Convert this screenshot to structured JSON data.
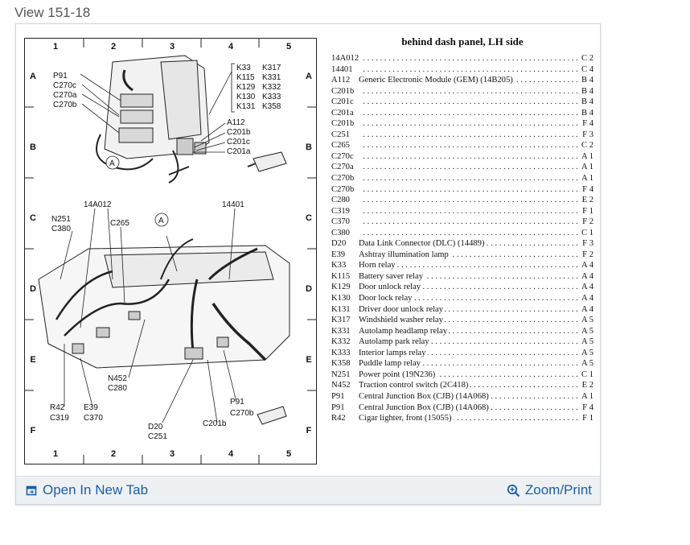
{
  "page": {
    "view_title": "View 151-18"
  },
  "diagram": {
    "columns": [
      "1",
      "2",
      "3",
      "4",
      "5"
    ],
    "rows": [
      "A",
      "B",
      "C",
      "D",
      "E",
      "F"
    ],
    "callouts": {
      "p91": "P91",
      "c270c": "C270c",
      "c270a": "C270a",
      "c270b": "C270b",
      "relay_col1": [
        "K33",
        "K115",
        "K129",
        "K130",
        "K131"
      ],
      "relay_col2": [
        "K317",
        "K331",
        "K332",
        "K333",
        "K358"
      ],
      "a112": "A112",
      "c201b": "C201b",
      "c201c": "C201c",
      "c201a": "C201a",
      "circle_a": "A",
      "c14a012": "14A012",
      "c14401": "14401",
      "n251": "N251",
      "c380": "C380",
      "c265": "C265",
      "n452": "N452",
      "c280": "C280",
      "r42": "R42",
      "c319": "C319",
      "e39": "E39",
      "c370": "C370",
      "d20": "D20",
      "c251": "C251",
      "c201b_low": "C201b",
      "p91_low": "P91",
      "c270b_low": "C270b"
    }
  },
  "legend": {
    "title": "behind dash panel, LH side",
    "items": [
      {
        "code": "14A012",
        "desc": "",
        "loc": "C 2"
      },
      {
        "code": "14401",
        "desc": "",
        "loc": "C 4"
      },
      {
        "code": "A112",
        "desc": "Generic Electronic Module (GEM) (14B205)",
        "loc": "B 4"
      },
      {
        "code": "C201b",
        "desc": "",
        "loc": "B 4"
      },
      {
        "code": "C201c",
        "desc": "",
        "loc": "B 4"
      },
      {
        "code": "C201a",
        "desc": "",
        "loc": "B 4"
      },
      {
        "code": "C201b",
        "desc": "",
        "loc": "F 4"
      },
      {
        "code": "C251",
        "desc": "",
        "loc": "F 3"
      },
      {
        "code": "C265",
        "desc": "",
        "loc": "C 2"
      },
      {
        "code": "C270c",
        "desc": "",
        "loc": "A 1"
      },
      {
        "code": "C270a",
        "desc": "",
        "loc": "A 1"
      },
      {
        "code": "C270b",
        "desc": "",
        "loc": "A 1"
      },
      {
        "code": "C270b",
        "desc": "",
        "loc": "F 4"
      },
      {
        "code": "C280",
        "desc": "",
        "loc": "E 2"
      },
      {
        "code": "C319",
        "desc": "",
        "loc": "F 1"
      },
      {
        "code": "C370",
        "desc": "",
        "loc": "F 2"
      },
      {
        "code": "C380",
        "desc": "",
        "loc": "C 1"
      },
      {
        "code": "D20",
        "desc": "Data Link Connector (DLC) (14489)",
        "loc": "F 3"
      },
      {
        "code": "E39",
        "desc": "Ashtray illumination lamp",
        "loc": "F 2"
      },
      {
        "code": "K33",
        "desc": "Horn relay",
        "loc": "A 4"
      },
      {
        "code": "K115",
        "desc": "Battery saver relay",
        "loc": "A 4"
      },
      {
        "code": "K129",
        "desc": "Door unlock relay",
        "loc": "A 4"
      },
      {
        "code": "K130",
        "desc": "Door lock relay",
        "loc": "A 4"
      },
      {
        "code": "K131",
        "desc": "Driver door unlock relay",
        "loc": "A 4"
      },
      {
        "code": "K317",
        "desc": "Windshield washer relay",
        "loc": "A 5"
      },
      {
        "code": "K331",
        "desc": "Autolamp headlamp relay",
        "loc": "A 5"
      },
      {
        "code": "K332",
        "desc": "Autolamp park relay",
        "loc": "A 5"
      },
      {
        "code": "K333",
        "desc": "Interior lamps relay",
        "loc": "A 5"
      },
      {
        "code": "K358",
        "desc": "Puddle lamp relay",
        "loc": "A 5"
      },
      {
        "code": "N251",
        "desc": "Power point (19N236)",
        "loc": "C 1"
      },
      {
        "code": "N452",
        "desc": "Traction control switch (2C418)",
        "loc": "E 2"
      },
      {
        "code": "P91",
        "desc": "Central Junction Box (CJB) (14A068)",
        "loc": "A 1"
      },
      {
        "code": "P91",
        "desc": "Central Junction Box (CJB) (14A068)",
        "loc": "F 4"
      },
      {
        "code": "R42",
        "desc": "Cigar lighter, front (15055)",
        "loc": "F 1"
      }
    ]
  },
  "footer": {
    "open_label": "Open In New Tab",
    "zoom_label": "Zoom/Print",
    "open_icon": "open-new-tab-icon",
    "zoom_icon": "zoom-icon",
    "link_color": "#1a5ea8"
  }
}
